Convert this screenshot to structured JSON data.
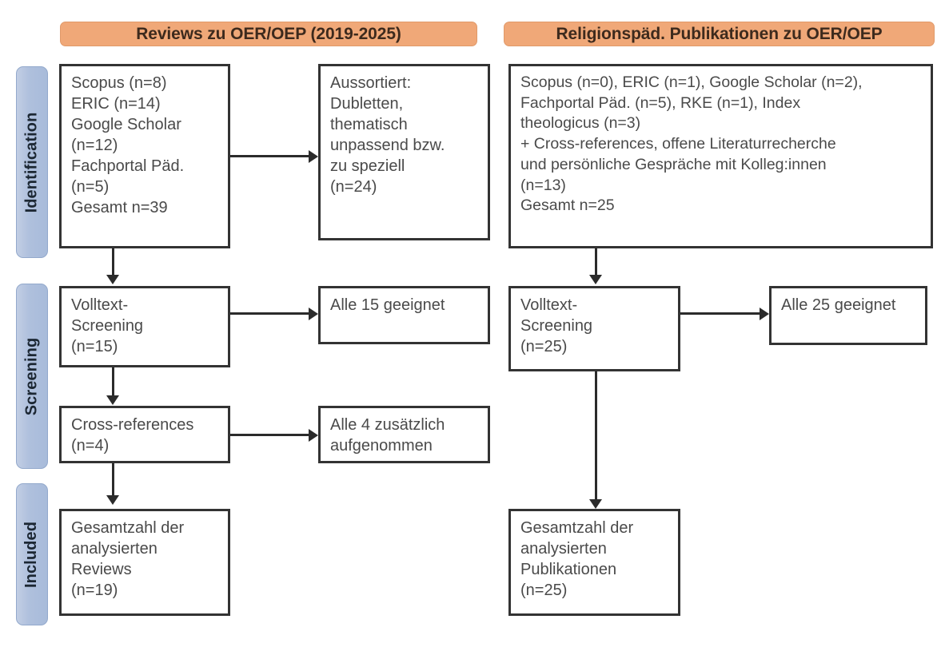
{
  "headers": [
    {
      "id": "left",
      "label": "Reviews zu OER/OEP (2019-2025)"
    },
    {
      "id": "right",
      "label": "Religionspäd. Publikationen zu OER/OEP"
    }
  ],
  "stages": [
    {
      "id": "identification",
      "label": "Identification"
    },
    {
      "id": "screening",
      "label": "Screening"
    },
    {
      "id": "included",
      "label": "Included"
    }
  ],
  "left_column": {
    "identification_sources": "Scopus (n=8)\nERIC (n=14)\nGoogle Scholar\n(n=12)\nFachportal Päd.\n(n=5)\nGesamt n=39",
    "excluded": "Aussortiert:\nDubletten,\nthematisch\nunpassend bzw.\nzu speziell\n(n=24)",
    "screening": "Volltext-\nScreening\n(n=15)",
    "screening_result": "Alle 15 geeignet",
    "cross_references": "Cross-references\n(n=4)",
    "cross_references_result": "Alle 4 zusätzlich\naufgenommen",
    "included": "Gesamtzahl der\nanalysierten\nReviews\n(n=19)"
  },
  "right_column": {
    "identification_sources": "Scopus (n=0), ERIC (n=1), Google Scholar (n=2),\nFachportal Päd. (n=5), RKE (n=1), Index\ntheologicus (n=3)\n+ Cross-references, offene Literaturrecherche\nund persönliche Gespräche mit Kolleg:innen\n(n=13)\nGesamt n=25",
    "screening": "Volltext-\nScreening\n(n=25)",
    "screening_result": "Alle 25 geeignet",
    "included": "Gesamtzahl der\nanalysierten\nPublikationen\n(n=25)"
  },
  "colors": {
    "header_fill": "#F0A878",
    "stage_fill": "#AFC0DD",
    "box_border": "#333333",
    "connector": "#2b2b2b",
    "text": "#4a4a4a"
  }
}
